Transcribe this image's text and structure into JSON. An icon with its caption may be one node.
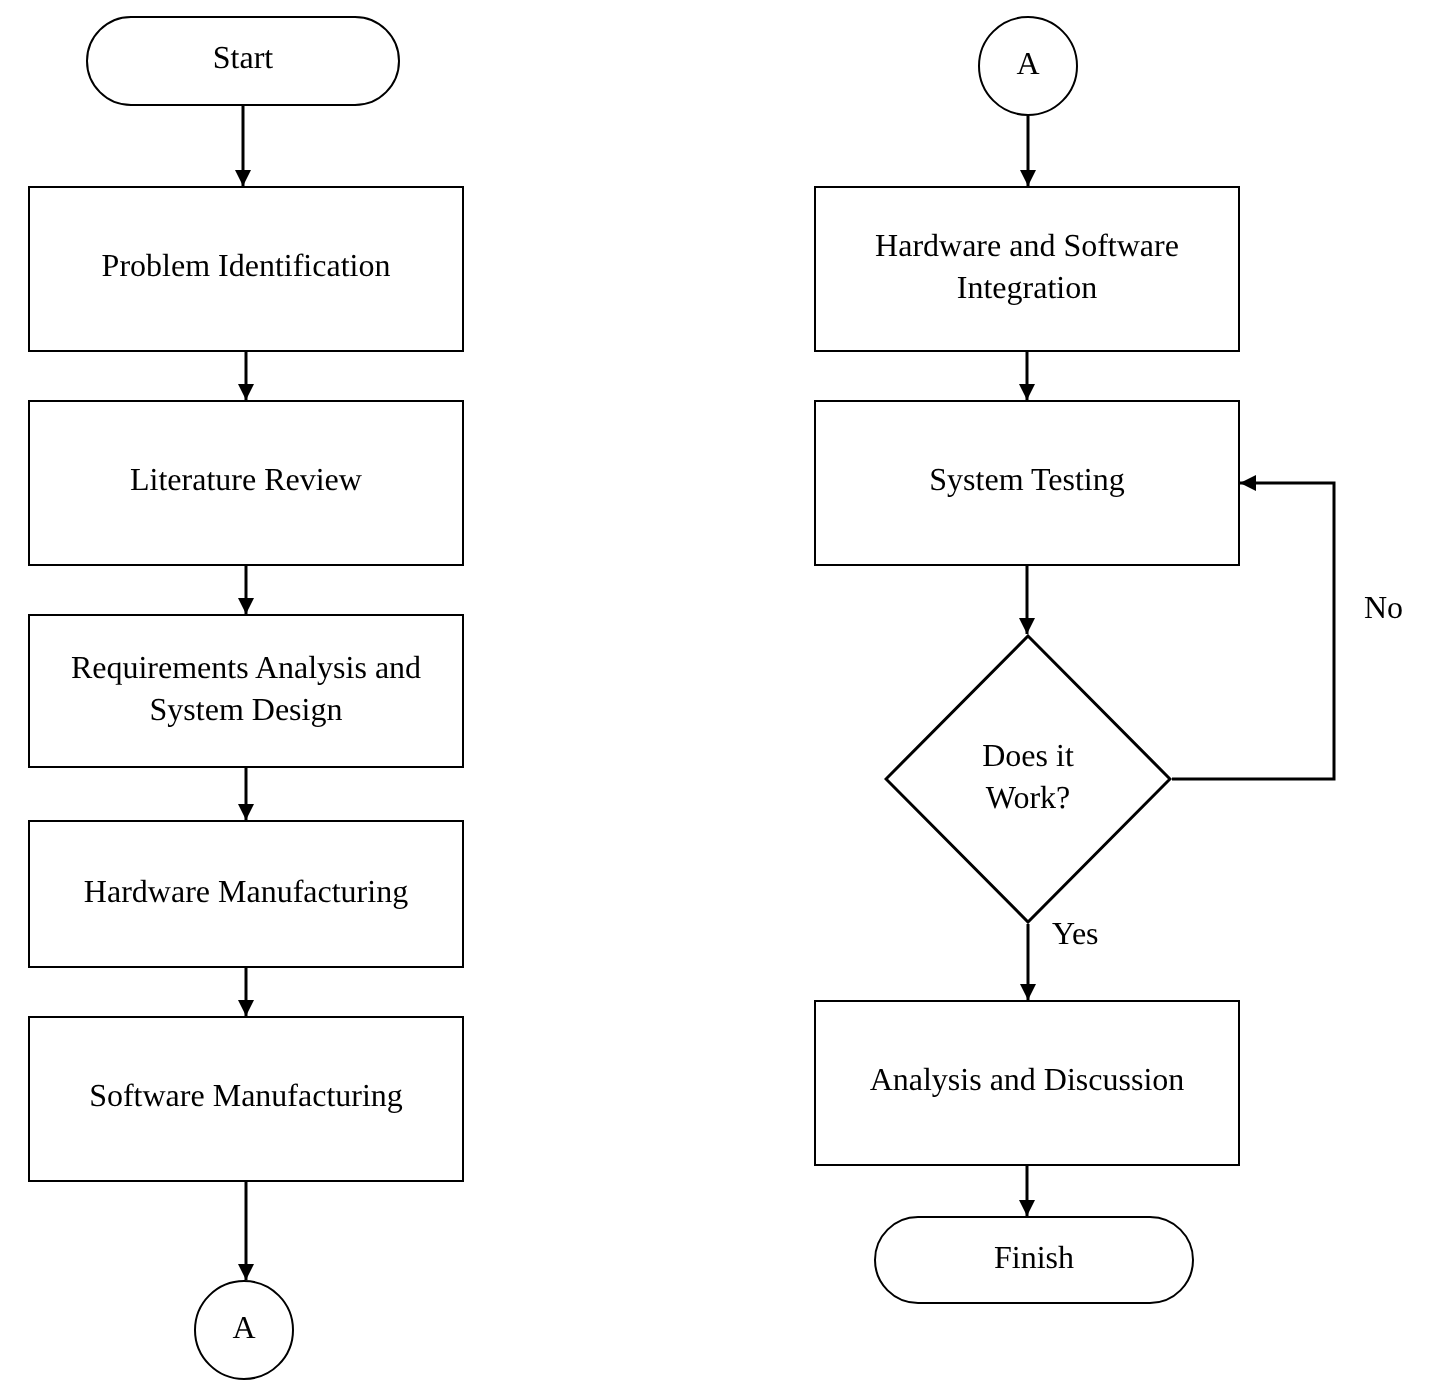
{
  "diagram": {
    "nodes": [
      {
        "text": [
          "Start"
        ]
      },
      {
        "text": [
          "Problem Identification"
        ]
      },
      {
        "text": [
          "Literature Review"
        ]
      },
      {
        "text": [
          "Requirements Analysis and System Design"
        ]
      },
      {
        "text": [
          "Hardware Manufacturing"
        ]
      },
      {
        "text": [
          "Software Manufacturing"
        ]
      },
      {
        "text": [
          "A"
        ]
      },
      {
        "text": [
          "A"
        ]
      },
      {
        "text": [
          "Hardware and Software Integration"
        ]
      },
      {
        "text": [
          "System Testing"
        ]
      },
      {
        "text": [
          "Does it Work?"
        ]
      },
      {
        "text": [
          "Analysis and Discussion"
        ]
      },
      {
        "text": [
          "Finish"
        ]
      }
    ],
    "edges": [
      {
        "from": 0,
        "to": 1,
        "arrow": "to"
      },
      {
        "from": 1,
        "to": 2,
        "arrow": "to"
      },
      {
        "from": 2,
        "to": 3,
        "arrow": "to"
      },
      {
        "from": 3,
        "to": 4,
        "arrow": "to"
      },
      {
        "from": 4,
        "to": 5,
        "arrow": "to"
      },
      {
        "from": 5,
        "to": 6,
        "arrow": "to"
      },
      {
        "from": 7,
        "to": 8,
        "arrow": "to"
      },
      {
        "from": 8,
        "to": 9,
        "arrow": "to"
      },
      {
        "from": 9,
        "to": 10,
        "arrow": "to"
      },
      {
        "from": 10,
        "to": 11,
        "arrow": "to",
        "label": "Yes"
      },
      {
        "from": 10,
        "to": 9,
        "arrow": "to",
        "label": "No"
      },
      {
        "from": 11,
        "to": 12,
        "arrow": "to"
      }
    ]
  }
}
